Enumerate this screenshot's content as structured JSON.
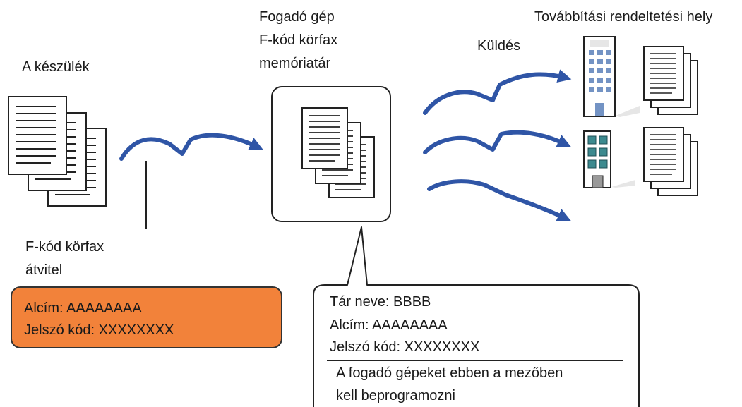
{
  "labels": {
    "device": "A készülék",
    "receiving_line1": "Fogadó gép",
    "receiving_line2": "F-kód körfax",
    "receiving_line3": "memóriatár",
    "sending": "Küldés",
    "destination": "Továbbítási rendeltetési hely",
    "transfer_line1": "F-kód körfax",
    "transfer_line2": "átvitel"
  },
  "sender_box": {
    "subaddress": "Alcím: AAAAAAAA",
    "passcode": "Jelszó kód: XXXXXXXX"
  },
  "memory_box": {
    "box_name": "Tár neve: BBBB",
    "subaddress": "Alcím: AAAAAAAA",
    "passcode": "Jelszó kód: XXXXXXXX",
    "note_line1": "A fogadó gépeket ebben a mezőben",
    "note_line2": "kell beprogramozni"
  },
  "colors": {
    "arrow": "#2f55a6",
    "highlight": "#f2823a",
    "building_window": "#7393c4",
    "building_window_green": "#3c8a8f"
  },
  "icons": [
    "document-stack-icon",
    "building-icon",
    "office-building-icon",
    "curved-arrow-icon"
  ]
}
